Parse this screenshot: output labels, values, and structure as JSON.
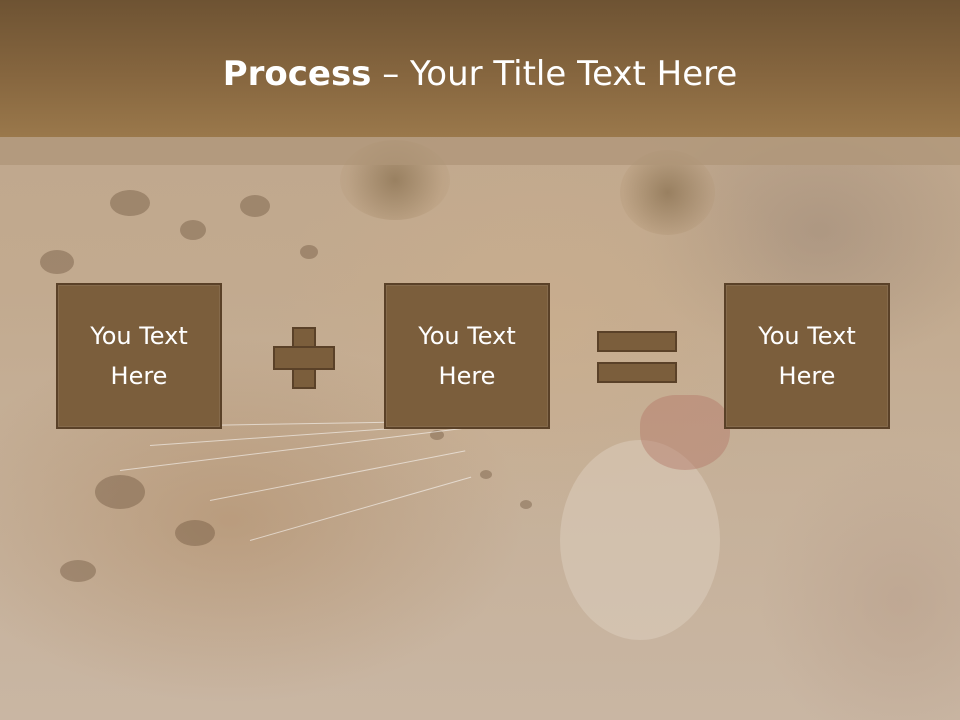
{
  "slide": {
    "title_strong": "Process",
    "title_rest": " – Your Title Text Here",
    "boxes": [
      {
        "text": "You Text\nHere"
      },
      {
        "text": "You Text\nHere"
      },
      {
        "text": "You Text\nHere"
      }
    ],
    "operators": [
      "plus-icon",
      "equals-icon"
    ]
  },
  "colors": {
    "title_bar": "#86663f",
    "box_fill": "#7b5e3c",
    "box_border": "#5a4128",
    "text": "#ffffff"
  }
}
